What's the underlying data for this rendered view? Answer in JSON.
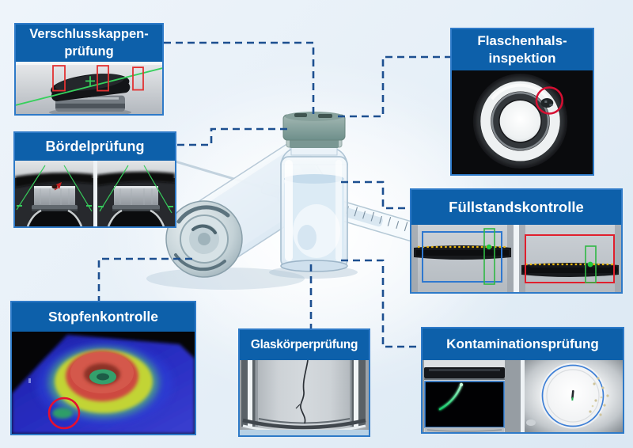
{
  "cards": [
    {
      "id": "verschlusskappenpruefung",
      "lines": [
        "Verschlusskappen-",
        "prüfung"
      ]
    },
    {
      "id": "flaschenhalsinspektion",
      "lines": [
        "Flaschenhals-",
        "inspektion"
      ]
    },
    {
      "id": "boerdelpruefung",
      "lines": [
        "Bördelprüfung"
      ]
    },
    {
      "id": "fuellstandskontrolle",
      "lines": [
        "Füllstandskontrolle"
      ]
    },
    {
      "id": "stopfenkontrolle",
      "lines": [
        "Stopfenkontrolle"
      ]
    },
    {
      "id": "glaskoerperpruefung",
      "lines": [
        "Glaskörperprüfung"
      ]
    },
    {
      "id": "kontaminationspruefung",
      "lines": [
        "Kontaminationsprüfung"
      ]
    }
  ],
  "theme": {
    "banner_color": "#0d60aa",
    "banner_text_color": "#ffffff",
    "card_border_color": "#2e7ac8",
    "connector_color": "#1c4f90",
    "background_color": "#e9f1f8",
    "annotation_colors": {
      "red": "#e01f2d",
      "green": "#2fb844",
      "yellow": "#edb70e",
      "blue": "#2f78cf"
    }
  }
}
